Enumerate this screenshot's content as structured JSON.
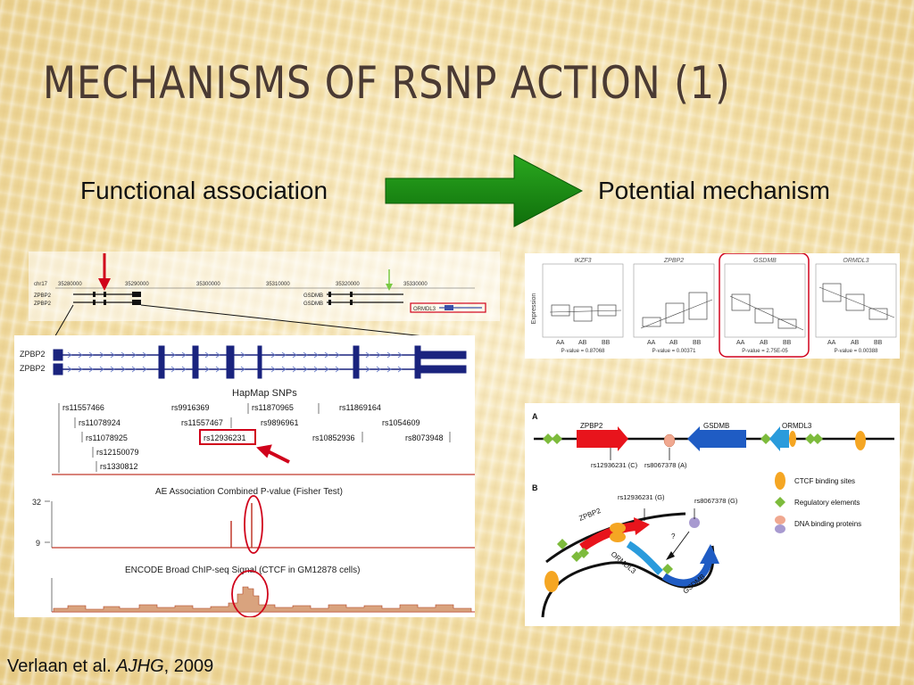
{
  "slide": {
    "title": "MECHANISMS OF RSNP ACTION (1)",
    "left_label": "Functional association",
    "right_label": "Potential mechanism",
    "citation": {
      "authors": "Verlaan et al. ",
      "journal": "AJHG",
      "year": ", 2009"
    },
    "colors": {
      "title": "#4a3a33",
      "arrow": "#178a12",
      "highlight": "#d0021b"
    }
  },
  "browser_overview": {
    "chrom": "chr17",
    "coords": [
      "35280000",
      "35290000",
      "35300000",
      "35310000",
      "35320000",
      "35330000"
    ],
    "genes_left": [
      "ZPBP2",
      "ZPBP2"
    ],
    "genes_right": [
      "GSDMB",
      "GSDMB"
    ],
    "boxed_gene": "ORMDL3"
  },
  "browser_zoom": {
    "genes": [
      "ZPBP2",
      "ZPBP2"
    ],
    "snp_track_title": "HapMap SNPs",
    "snps": [
      "rs11557466",
      "rs11078924",
      "rs11078925",
      "rs12150079",
      "rs1330812",
      "rs9916369",
      "rs11557467",
      "rs12936231",
      "rs11870965",
      "rs9896961",
      "rs10852936",
      "rs11869164",
      "rs1054609",
      "rs8073948"
    ],
    "highlighted_snp": "rs12936231",
    "assoc_title": "AE Association Combined P-value (Fisher Test)",
    "assoc_ticks": [
      "32",
      "9"
    ],
    "chip_title": "ENCODE Broad ChIP-seq Signal (CTCF in GM12878 cells)"
  },
  "boxplots": {
    "ylabel": "Expression",
    "panels": [
      {
        "gene": "IKZF3",
        "pvalue": "P-value = 0.87068",
        "cats": [
          "AA",
          "AB",
          "BB"
        ]
      },
      {
        "gene": "ZPBP2",
        "pvalue": "P-value = 0.00371",
        "cats": [
          "AA",
          "AB",
          "BB"
        ]
      },
      {
        "gene": "GSDMB",
        "pvalue": "P-value = 2.75E-05",
        "cats": [
          "AA",
          "AB",
          "BB"
        ],
        "highlight": true
      },
      {
        "gene": "ORMDL3",
        "pvalue": "P-value = 0.00388",
        "cats": [
          "AA",
          "AB",
          "BB"
        ]
      }
    ]
  },
  "model": {
    "label_a": "A",
    "label_b": "B",
    "genes_a": [
      "ZPBP2",
      "GSDMB",
      "ORMDL3"
    ],
    "snps_a": [
      "rs12936231 (C)",
      "rs8067378 (A)"
    ],
    "snps_b": [
      "rs12936231 (G)",
      "rs8067378 (G)"
    ],
    "genes_b": [
      "ZPBP2",
      "ORMDL3",
      "GSDMB"
    ],
    "question": "?",
    "legend": [
      "CTCF binding sites",
      "Regulatory elements",
      "DNA binding proteins"
    ],
    "legend_colors": [
      "#f5a623",
      "#7dbb3c",
      "#f0a890",
      "#a89ad0"
    ]
  }
}
